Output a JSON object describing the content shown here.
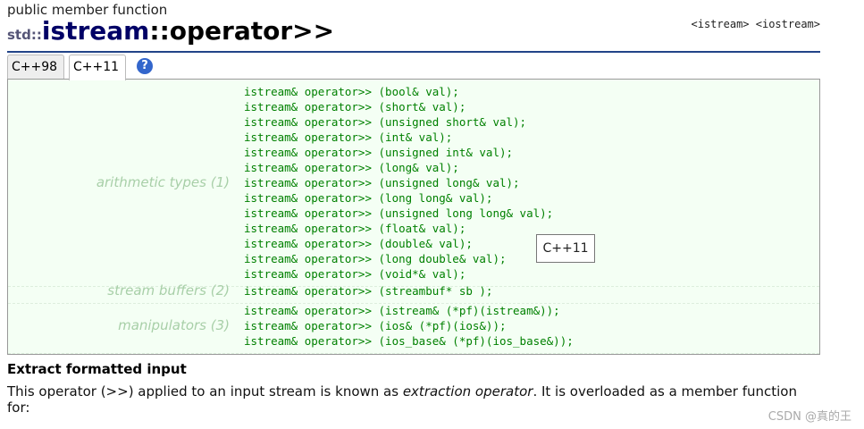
{
  "header": {
    "kind": "public member function",
    "ns": "std::",
    "cls": "istream",
    "sep": "::",
    "name": "operator>>",
    "headers": "<istream> <iostream>"
  },
  "tabs": [
    {
      "label": "C++98",
      "active": false
    },
    {
      "label": "C++11",
      "active": true
    }
  ],
  "help_icon": "question-circle-icon",
  "sections": [
    {
      "label": "arithmetic types (1)",
      "lines": [
        "istream& operator>> (bool& val);",
        "istream& operator>> (short& val);",
        "istream& operator>> (unsigned short& val);",
        "istream& operator>> (int& val);",
        "istream& operator>> (unsigned int& val);",
        "istream& operator>> (long& val);",
        "istream& operator>> (unsigned long& val);",
        "istream& operator>> (long long& val);",
        "istream& operator>> (unsigned long long& val);",
        "istream& operator>> (float& val);",
        "istream& operator>> (double& val);",
        "istream& operator>> (long double& val);",
        "istream& operator>> (void*& val);"
      ]
    },
    {
      "label": "stream buffers (2)",
      "lines": [
        "istream& operator>> (streambuf* sb );"
      ]
    },
    {
      "label": "manipulators (3)",
      "lines": [
        "istream& operator>> (istream& (*pf)(istream&));",
        "istream& operator>> (ios& (*pf)(ios&));",
        "istream& operator>> (ios_base& (*pf)(ios_base&));"
      ]
    }
  ],
  "tooltip": "C++11",
  "body": {
    "heading": "Extract formatted input",
    "p1": "This operator (>>) applied to an input stream is known as ",
    "p_em": "extraction operator",
    "p2": ". It is overloaded as a member function for:"
  },
  "watermark": "CSDN @真的王",
  "colors": {
    "code": "#008000",
    "rule": "#224488",
    "label": "#a8cfa8"
  }
}
